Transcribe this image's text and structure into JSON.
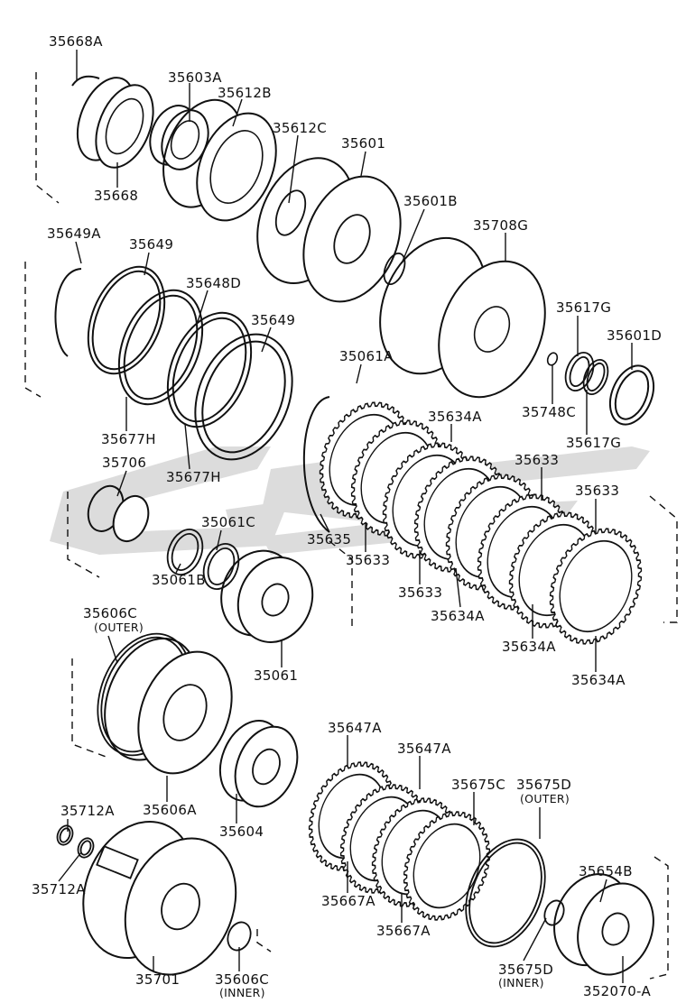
{
  "diagram": {
    "watermark": "GSF",
    "parts": [
      {
        "id": "p01",
        "label": "35668A"
      },
      {
        "id": "p02",
        "label": "35603A"
      },
      {
        "id": "p03",
        "label": "35612B"
      },
      {
        "id": "p04",
        "label": "35612C"
      },
      {
        "id": "p05",
        "label": "35601"
      },
      {
        "id": "p06",
        "label": "35668"
      },
      {
        "id": "p07",
        "label": "35601B"
      },
      {
        "id": "p08",
        "label": "35708G"
      },
      {
        "id": "p09",
        "label": "35649A"
      },
      {
        "id": "p10",
        "label": "35649"
      },
      {
        "id": "p11",
        "label": "35648D"
      },
      {
        "id": "p12",
        "label": "35649"
      },
      {
        "id": "p13",
        "label": "35617G"
      },
      {
        "id": "p14",
        "label": "35601D"
      },
      {
        "id": "p15",
        "label": "35061A"
      },
      {
        "id": "p16",
        "label": "35748C"
      },
      {
        "id": "p17",
        "label": "35634A"
      },
      {
        "id": "p18",
        "label": "35617G"
      },
      {
        "id": "p19",
        "label": "35677H"
      },
      {
        "id": "p20",
        "label": "35706"
      },
      {
        "id": "p21",
        "label": "35677H"
      },
      {
        "id": "p22",
        "label": "35633"
      },
      {
        "id": "p23",
        "label": "35633"
      },
      {
        "id": "p24",
        "label": "35061C"
      },
      {
        "id": "p25",
        "label": "35635"
      },
      {
        "id": "p26",
        "label": "35633"
      },
      {
        "id": "p27",
        "label": "35061B"
      },
      {
        "id": "p28",
        "label": "35633"
      },
      {
        "id": "p29",
        "label": "35634A"
      },
      {
        "id": "p30",
        "label": "35606C"
      },
      {
        "id": "p31",
        "label": "(OUTER)"
      },
      {
        "id": "p32",
        "label": "35634A"
      },
      {
        "id": "p33",
        "label": "35634A"
      },
      {
        "id": "p34",
        "label": "35061"
      },
      {
        "id": "p35",
        "label": "35647A"
      },
      {
        "id": "p36",
        "label": "35647A"
      },
      {
        "id": "p37",
        "label": "35675C"
      },
      {
        "id": "p38",
        "label": "35675D"
      },
      {
        "id": "p39",
        "label": "(OUTER)"
      },
      {
        "id": "p40",
        "label": "35606A"
      },
      {
        "id": "p41",
        "label": "35712A"
      },
      {
        "id": "p42",
        "label": "35604"
      },
      {
        "id": "p43",
        "label": "35654B"
      },
      {
        "id": "p44",
        "label": "35712A"
      },
      {
        "id": "p45",
        "label": "35667A"
      },
      {
        "id": "p46",
        "label": "35667A"
      },
      {
        "id": "p47",
        "label": "35701"
      },
      {
        "id": "p48",
        "label": "35606C"
      },
      {
        "id": "p49",
        "label": "(INNER)"
      },
      {
        "id": "p50",
        "label": "35675D"
      },
      {
        "id": "p51",
        "label": "(INNER)"
      },
      {
        "id": "p52",
        "label": "352070-A"
      }
    ]
  }
}
